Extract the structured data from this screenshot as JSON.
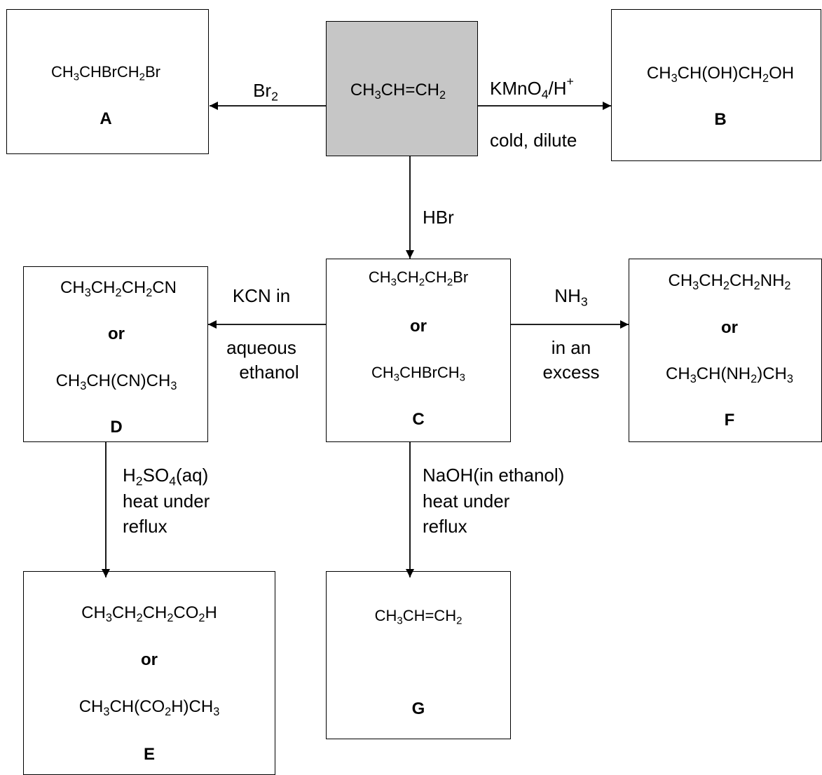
{
  "start": {
    "formula_html": "CH<sub>3</sub>CH=CH<sub>2</sub>"
  },
  "box_a": {
    "formula_html": "CH<sub>3</sub>CHBrCH<sub>2</sub>Br",
    "label": "A"
  },
  "box_b": {
    "formula_html": "CH<sub>3</sub>CH(OH)CH<sub>2</sub>OH",
    "label": "B"
  },
  "box_c": {
    "formula_1_html": "CH<sub>3</sub>CH<sub>2</sub>CH<sub>2</sub>Br",
    "or": "or",
    "formula_2_html": "CH<sub>3</sub>CHBrCH<sub>3</sub>",
    "label": "C"
  },
  "box_d": {
    "formula_1_html": "CH<sub>3</sub>CH<sub>2</sub>CH<sub>2</sub>CN",
    "or": "or",
    "formula_2_html": "CH<sub>3</sub>CH(CN)CH<sub>3</sub>",
    "label": "D"
  },
  "box_e": {
    "formula_1_html": "CH<sub>3</sub>CH<sub>2</sub>CH<sub>2</sub>CO<sub>2</sub>H",
    "or": "or",
    "formula_2_html": "CH<sub>3</sub>CH(CO<sub>2</sub>H)CH<sub>3</sub>",
    "label": "E"
  },
  "box_f": {
    "formula_1_html": "CH<sub>3</sub>CH<sub>2</sub>CH<sub>2</sub>NH<sub>2</sub>",
    "or": "or",
    "formula_2_html": "CH<sub>3</sub>CH(NH<sub>2</sub>)CH<sub>3</sub>",
    "label": "F"
  },
  "box_g": {
    "formula_html": "CH<sub>3</sub>CH=CH<sub>2</sub>",
    "label": "G"
  },
  "reagents": {
    "to_a_html": "Br<sub>2</sub>",
    "to_b_line1_html": "KMnO<sub>4</sub>/H<sup>+</sup>",
    "to_b_line2": "cold, dilute",
    "to_c": "HBr",
    "to_d_line1": "KCN in",
    "to_d_line2": "aqueous",
    "to_d_line3": "ethanol",
    "to_f_line1_html": "NH<sub>3</sub>",
    "to_f_line2": "in an",
    "to_f_line3": "excess",
    "to_e_line1_html": "H<sub>2</sub>SO<sub>4</sub>(aq)",
    "to_e_line2": "heat under",
    "to_e_line3": "reflux",
    "to_g_line1": "NaOH(in ethanol)",
    "to_g_line2": "heat under",
    "to_g_line3": "reflux"
  }
}
